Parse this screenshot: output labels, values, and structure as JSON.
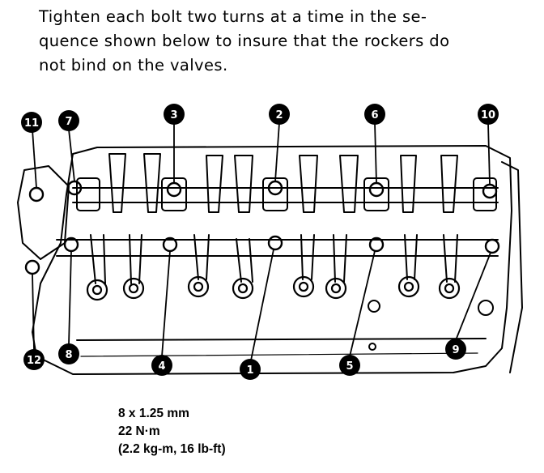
{
  "instruction": {
    "line1": "Tighten each bolt two turns at a time in the se-",
    "line2": "quence shown below to insure that the rockers do",
    "line3": "not bind on the valves."
  },
  "spec": {
    "line1": "8 x 1.25 mm",
    "line2": "22 N·m",
    "line3": "(2.2 kg-m, 16 lb-ft)"
  },
  "callouts": [
    "1",
    "2",
    "3",
    "4",
    "5",
    "6",
    "7",
    "8",
    "9",
    "10",
    "11",
    "12"
  ],
  "colors": {
    "ink": "#000000",
    "paper": "#ffffff"
  }
}
